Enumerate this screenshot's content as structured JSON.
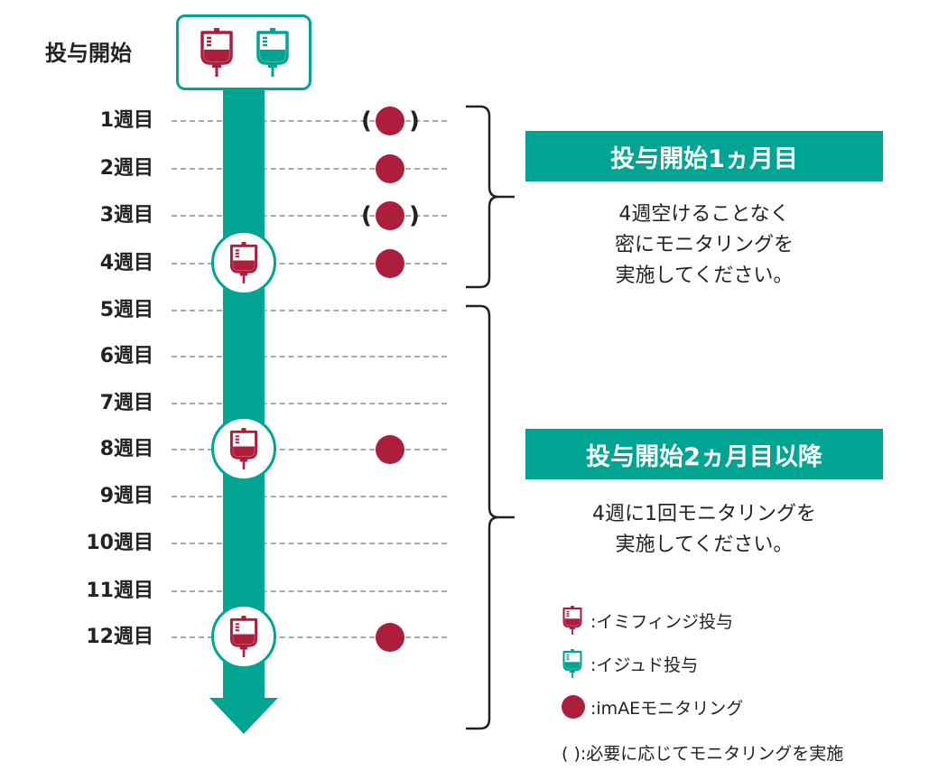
{
  "start_label": "投与開始",
  "weeks": [
    "1週目",
    "2週目",
    "3週目",
    "4週目",
    "5週目",
    "6週目",
    "7週目",
    "8週目",
    "9週目",
    "10週目",
    "11週目",
    "12週目"
  ],
  "paren_open": "(",
  "paren_close": ")",
  "phases": [
    {
      "title": "投与開始1ヵ月目",
      "description": "4週空けることなく\n密にモニタリングを\n実施してください。"
    },
    {
      "title": "投与開始2ヵ月目以降",
      "description": "4週に1回モニタリングを\n実施してください。"
    }
  ],
  "legend": [
    {
      "icon": "red-iv-bag-icon",
      "label": ":イミフィンジ投与"
    },
    {
      "icon": "teal-iv-bag-icon",
      "label": ":イジュド投与"
    },
    {
      "icon": "red-dot-icon",
      "label": ":imAEモニタリング"
    },
    {
      "icon": "parentheses-icon",
      "label": "( ):必要に応じてモニタリングを実施"
    }
  ],
  "colors": {
    "teal": "#00a492",
    "crimson": "#ad1d3c",
    "dash": "#a9a9a9",
    "text": "#222222"
  }
}
